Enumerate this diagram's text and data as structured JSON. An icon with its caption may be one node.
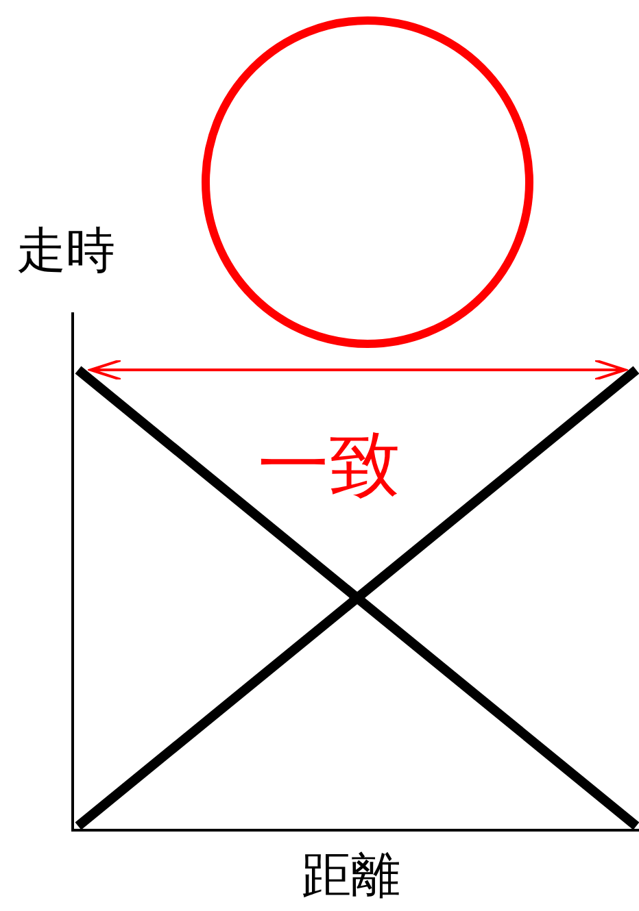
{
  "diagram": {
    "nodes": [
      {
        "text": [],
        "shape": "circle"
      }
    ],
    "labels": [
      "走時",
      "一致",
      "距離"
    ]
  }
}
